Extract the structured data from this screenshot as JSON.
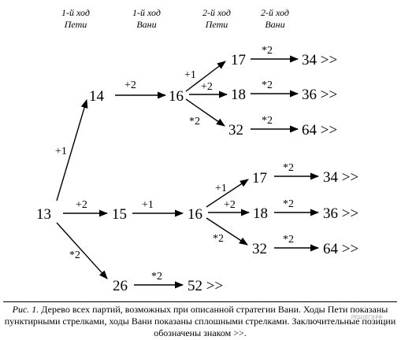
{
  "headers": [
    {
      "line1": "1-й ход",
      "line2": "Пети"
    },
    {
      "line1": "1-й ход",
      "line2": "Вани"
    },
    {
      "line1": "2-й ход",
      "line2": "Пети"
    },
    {
      "line1": "2-й ход",
      "line2": "Вани"
    }
  ],
  "nodes": {
    "n13": "13",
    "n14": "14",
    "n16a": "16",
    "n17a": "17",
    "n18a": "18",
    "n32a": "32",
    "n34a": "34 >>",
    "n36a": "36 >>",
    "n64a": "64 >>",
    "n15": "15",
    "n16b": "16",
    "n17b": "17",
    "n18b": "18",
    "n32b": "32",
    "n34b": "34 >>",
    "n36b": "36 >>",
    "n64b": "64 >>",
    "n26": "26",
    "n52": "52 >>"
  },
  "ops": {
    "e13_14": "+1",
    "e14_16": "+2",
    "e16a_17": "+1",
    "e16a_18": "+2",
    "e16a_32": "*2",
    "e17a_34": "*2",
    "e18a_36": "*2",
    "e32a_64": "*2",
    "e13_15": "+2",
    "e15_16": "+1",
    "e16b_17": "+1",
    "e16b_18": "+2",
    "e16b_32": "*2",
    "e17b_34": "*2",
    "e18b_36": "*2",
    "e32b_64": "*2",
    "e13_26": "*2",
    "e26_52": "*2"
  },
  "caption": {
    "lead": "Рис. 1.",
    "text": "Дерево всех партий, возможных при описанной стратегии Вани. Ходы Пети показаны пунктирными стрелками, ходы Вани показаны сплошными стрелками. Заключительные позиции обозначены знаком >>."
  },
  "watermark": "РЕШУЕГЭ.РФ"
}
